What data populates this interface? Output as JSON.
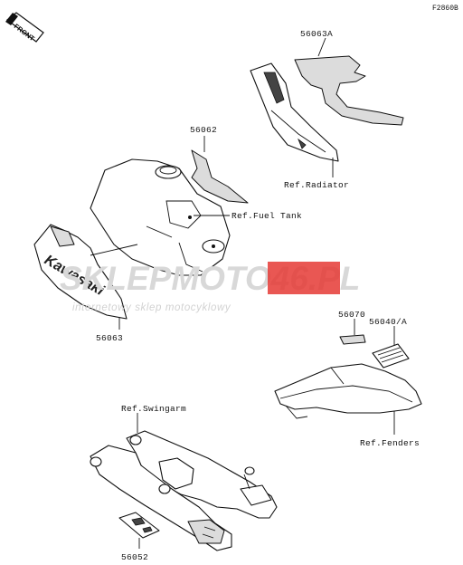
{
  "diagram_code": "F2860B",
  "front_arrow": {
    "text": "FRONT"
  },
  "watermark": {
    "main": "SKLEPMOTO46.PL",
    "sub": "internetowy sklep motocyklowy",
    "accent_color": "#e53935",
    "gray_color": "#d4d4d4"
  },
  "parts": [
    {
      "number": "56063A"
    },
    {
      "number": "56062"
    },
    {
      "number": "56063"
    },
    {
      "number": "56070"
    },
    {
      "number": "56040/A"
    },
    {
      "number": "56052"
    }
  ],
  "references": [
    {
      "text": "Ref.Radiator"
    },
    {
      "text": "Ref.Fuel Tank"
    },
    {
      "text": "Ref.Swingarm"
    },
    {
      "text": "Ref.Fenders"
    }
  ],
  "decal_text": "Kawasaki"
}
